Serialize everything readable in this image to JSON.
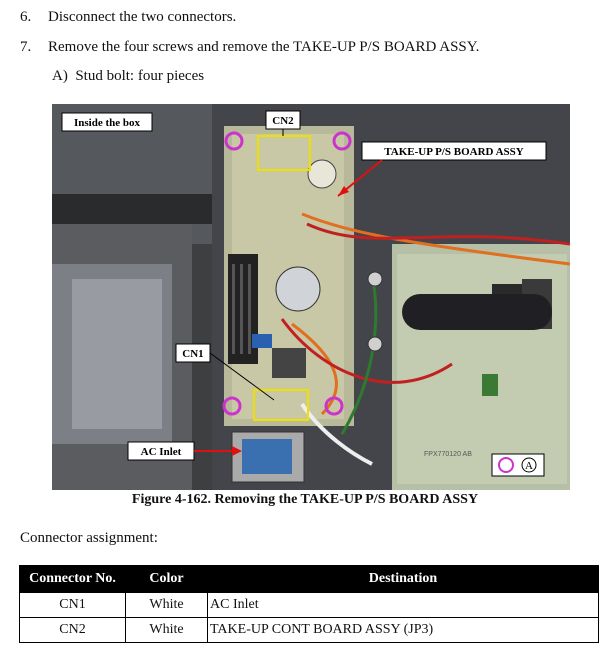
{
  "steps": [
    {
      "num": "6.",
      "text": "Disconnect the two connectors."
    },
    {
      "num": "7.",
      "text": "Remove the four screws and remove the TAKE-UP P/S BOARD ASSY."
    }
  ],
  "substep": "A)  Stud bolt: four pieces",
  "figure": {
    "labels": {
      "inside_box": "Inside the box",
      "cn2": "CN2",
      "board": "TAKE-UP P/S BOARD ASSY",
      "cn1": "CN1",
      "ac_inlet": "AC Inlet",
      "marker_a": "A",
      "board_print": "FPX770120 AB"
    },
    "caption": "Figure 4-162.  Removing the TAKE-UP P/S BOARD ASSY"
  },
  "assignment_title": "Connector assignment:",
  "table": {
    "headers": [
      "Connector No.",
      "Color",
      "Destination"
    ],
    "rows": [
      [
        "CN1",
        "White",
        "AC Inlet"
      ],
      [
        "CN2",
        "White",
        "TAKE-UP CONT BOARD ASSY (JP3)"
      ]
    ]
  },
  "colors": {
    "marker": "#cc33cc",
    "highlight": "#f0e000",
    "arrow": "#e01010"
  }
}
